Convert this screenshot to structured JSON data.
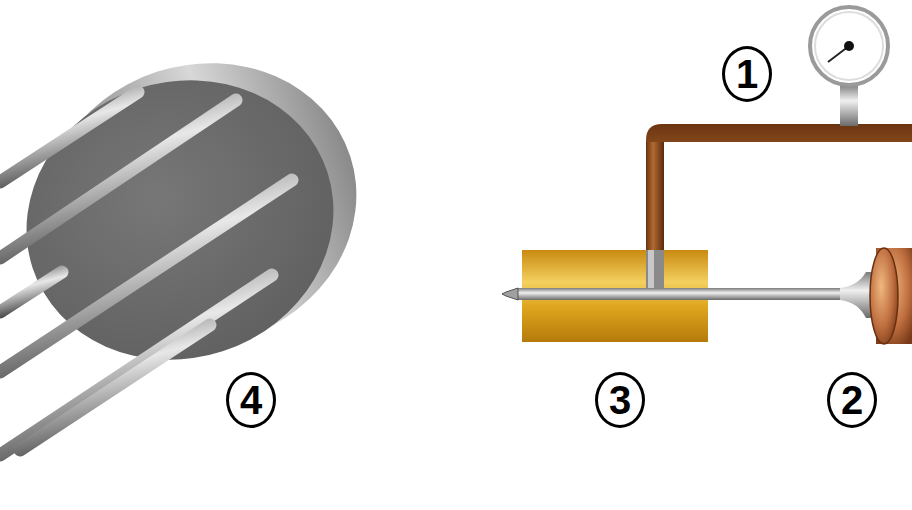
{
  "diagram": {
    "labels": [
      "1",
      "3",
      "2",
      "4"
    ]
  }
}
